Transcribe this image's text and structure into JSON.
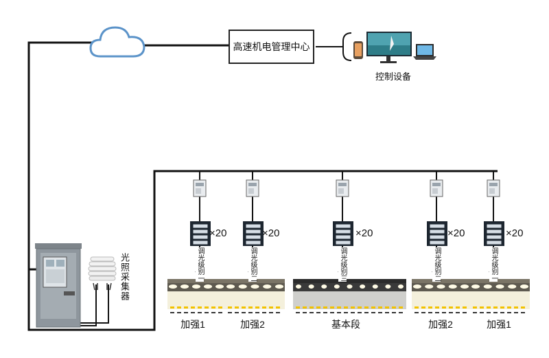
{
  "center": {
    "label": "高速机电管理中心"
  },
  "devices": {
    "label": "控制设备"
  },
  "sensor": {
    "label": "光照采集器"
  },
  "segments": [
    {
      "multiplier": "×20",
      "dimming": "调光级别一",
      "road_label": "加强1"
    },
    {
      "multiplier": "×20",
      "dimming": "调光级别二",
      "road_label": "加强2"
    },
    {
      "multiplier": "×20",
      "dimming": "调光级别三",
      "road_label": "基本段"
    },
    {
      "multiplier": "×20",
      "dimming": "调光级别二",
      "road_label": "加强2"
    },
    {
      "multiplier": "×20",
      "dimming": "调光级别一",
      "road_label": "加强1"
    }
  ],
  "colors": {
    "line": "#111111",
    "tunnel_light": "#f7f3dc",
    "lamp": "#fffbe6",
    "cabinet": "#8e969d",
    "lane_yellow": "#f2c200"
  }
}
